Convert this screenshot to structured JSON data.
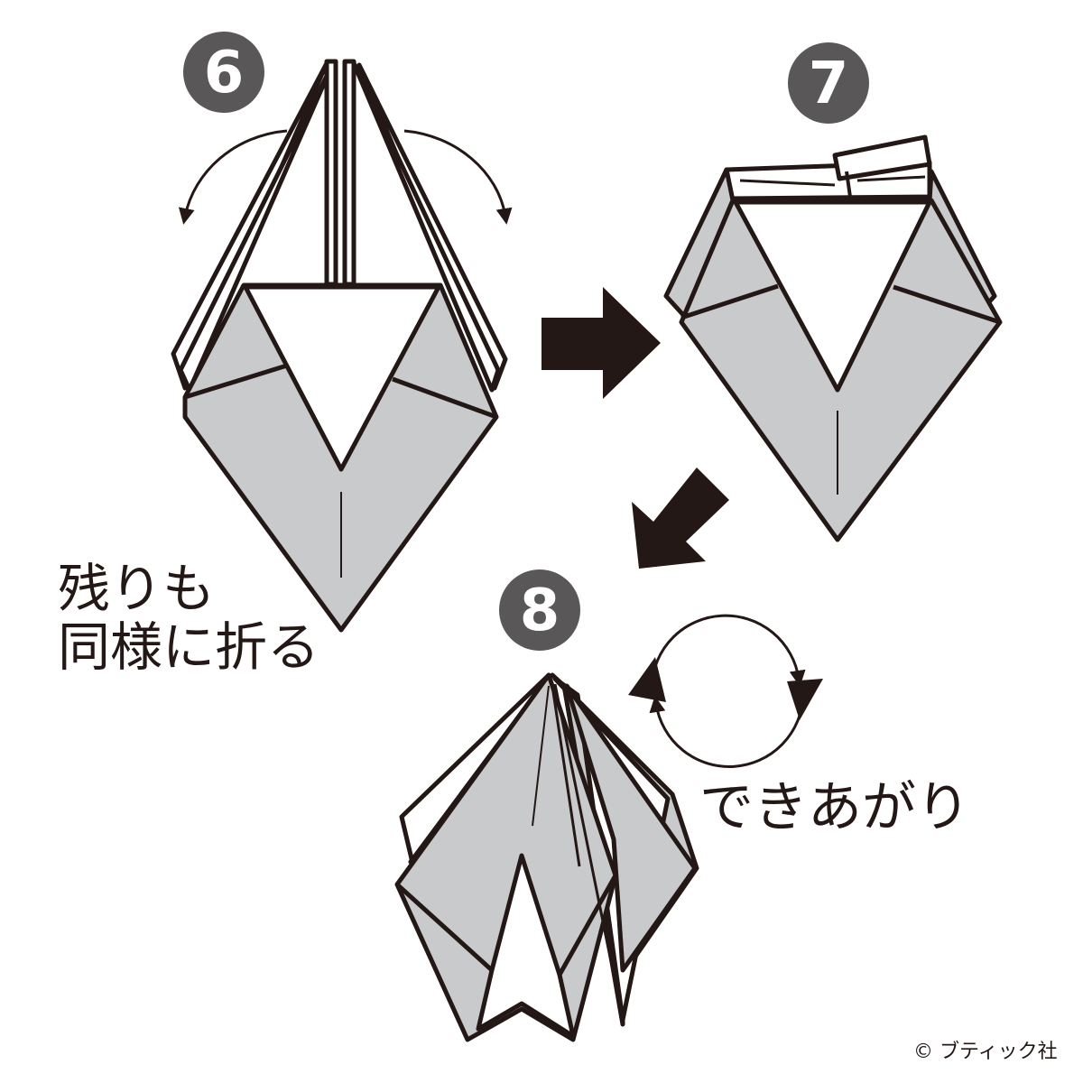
{
  "steps": [
    {
      "number": "6"
    },
    {
      "number": "7"
    },
    {
      "number": "8"
    }
  ],
  "instruction_text_line1": "残りも",
  "instruction_text_line2": "同様に折る",
  "completion_text": "できあがり",
  "copyright": "© ブティック社",
  "colors": {
    "line": "#231815",
    "paper_gray": "#c9cacb",
    "badge": "#595757",
    "white": "#ffffff"
  },
  "icons": [
    "double-curved-arrow-icon",
    "right-arrow-icon",
    "down-left-arrow-icon",
    "rotate-circle-arrows-icon"
  ]
}
